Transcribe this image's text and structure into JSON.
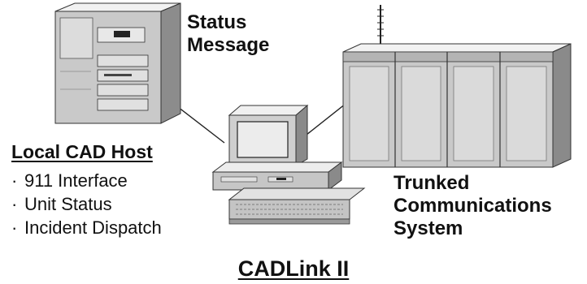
{
  "diagram": {
    "status_message": {
      "line1": "Status",
      "line2": "Message"
    },
    "local_host": {
      "title": "Local CAD Host",
      "features": [
        "911 Interface",
        "Unit Status",
        "Incident Dispatch"
      ]
    },
    "trunked_system": {
      "line1": "Trunked",
      "line2": "Communications",
      "line3": "System"
    },
    "caption": "CADLink II",
    "bullet": "·"
  }
}
